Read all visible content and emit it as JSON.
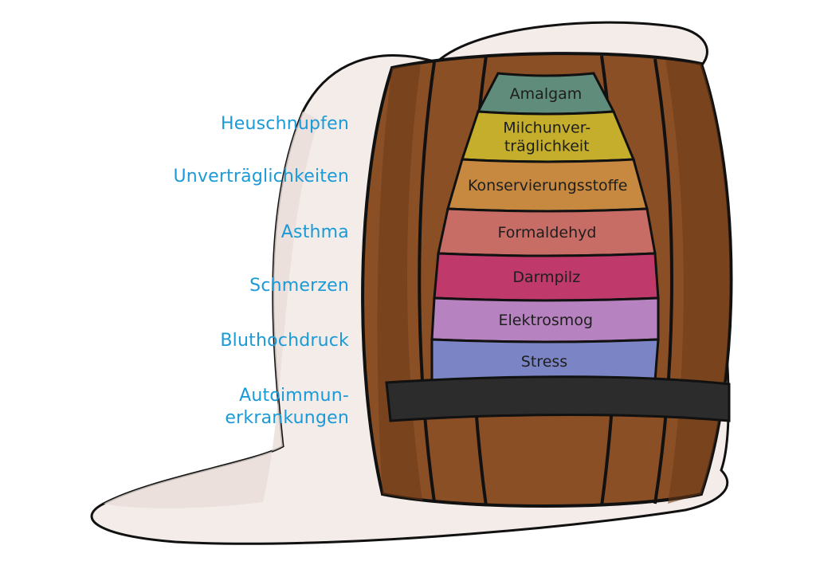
{
  "symptoms": [
    "Heuschnupfen",
    "Unverträglichkeiten",
    "Asthma",
    "Schmerzen",
    "Bluthochdruck",
    "Autoimmun-\nerkrankungen"
  ],
  "layers": [
    {
      "lines": [
        "Amalgam"
      ],
      "color": "#5f8c7b"
    },
    {
      "lines": [
        "Milchunver-",
        "träglichkeit"
      ],
      "color": "#c5ae2c"
    },
    {
      "lines": [
        "Konservierungsstoffe"
      ],
      "color": "#c7893f"
    },
    {
      "lines": [
        "Formaldehyd"
      ],
      "color": "#c86c66"
    },
    {
      "lines": [
        "Darmpilz"
      ],
      "color": "#bf3a6a"
    },
    {
      "lines": [
        "Elektrosmog"
      ],
      "color": "#b683c0"
    },
    {
      "lines": [
        "Stress"
      ],
      "color": "#7b84c4"
    }
  ],
  "colors": {
    "symptom_text": "#1a9ad6",
    "barrel_wood": "#8a4f24",
    "barrel_dark": "#6b3a19",
    "barrel_hoop": "#2c2c2c",
    "overflow_liquid": "#f3ece9"
  }
}
